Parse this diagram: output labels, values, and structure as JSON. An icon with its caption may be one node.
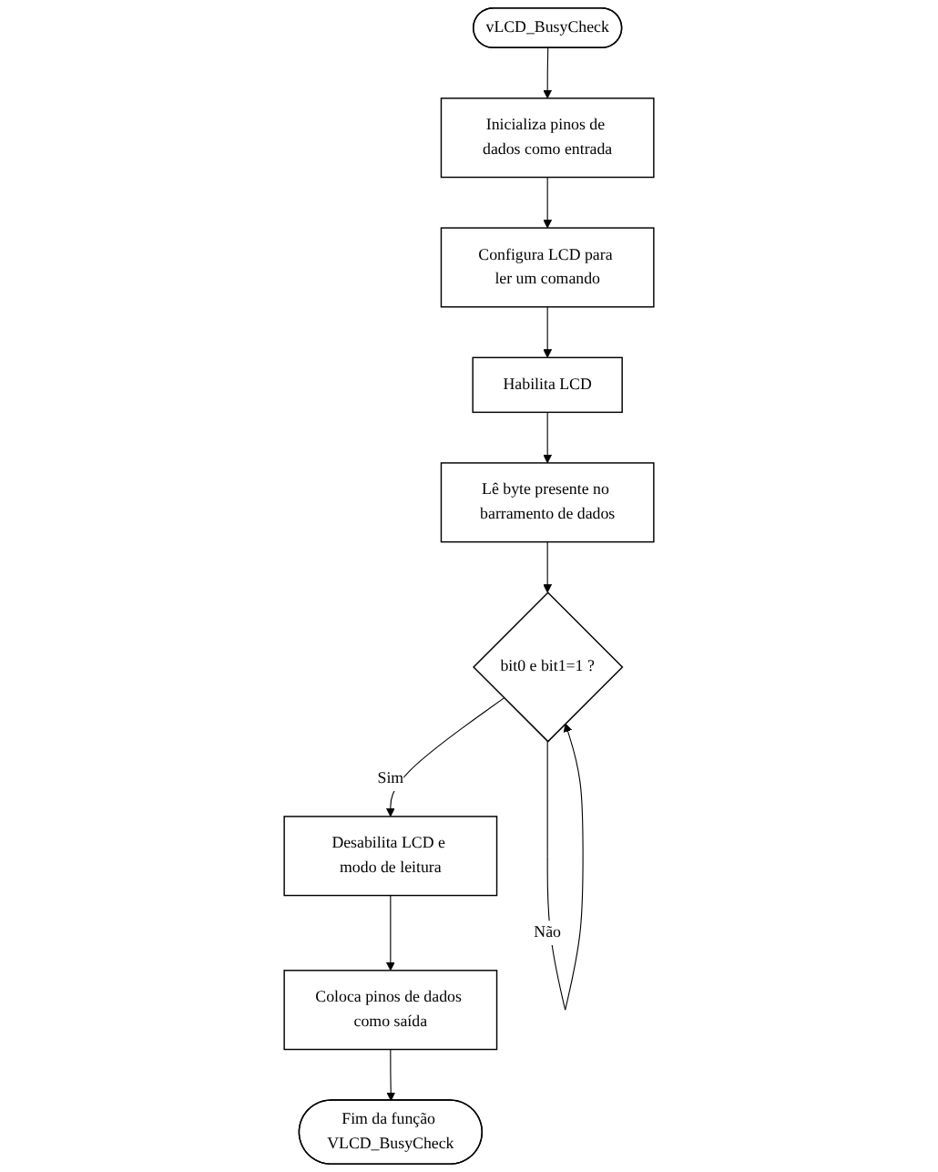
{
  "diagram": {
    "nodes": [
      {
        "text": [
          "vLCD_BusyCheck"
        ]
      },
      {
        "text": [
          "Inicializa pinos de dados como entrada"
        ]
      },
      {
        "text": [
          "Configura LCD para ler um comando"
        ]
      },
      {
        "text": [
          "Habilita LCD"
        ]
      },
      {
        "text": [
          "Lê byte presente no barramento de dados"
        ]
      },
      {
        "text": [
          "bit0 e bit1=1 ?"
        ]
      },
      {
        "text": [
          "Desabilita LCD e modo de leitura"
        ]
      },
      {
        "text": [
          "Coloca pinos de dados como saída"
        ]
      },
      {
        "text": [
          "Fim da função VLCD_BusyCheck"
        ]
      }
    ],
    "edges": [
      {
        "from": 0,
        "to": 1,
        "arrow": "to"
      },
      {
        "from": 1,
        "to": 2,
        "arrow": "to"
      },
      {
        "from": 2,
        "to": 3,
        "arrow": "to"
      },
      {
        "from": 3,
        "to": 4,
        "arrow": "to"
      },
      {
        "from": 4,
        "to": 5,
        "arrow": "to"
      },
      {
        "from": 5,
        "to": 5,
        "label": "Não",
        "arrow": "to"
      },
      {
        "from": 5,
        "to": 6,
        "label": "Sim",
        "arrow": "to"
      },
      {
        "from": 6,
        "to": 7,
        "arrow": "to"
      },
      {
        "from": 7,
        "to": 8,
        "arrow": "to"
      }
    ]
  }
}
